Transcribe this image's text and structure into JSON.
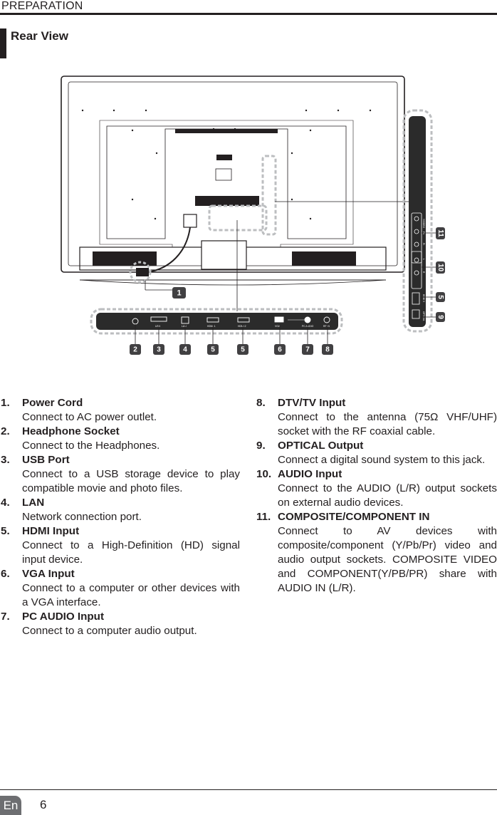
{
  "header": {
    "title": "PREPARATION"
  },
  "section": {
    "title": "Rear View"
  },
  "diagram": {
    "bottom_callouts": [
      "2",
      "3",
      "4",
      "5",
      "5",
      "6",
      "7",
      "8"
    ],
    "side_callouts": [
      "11",
      "10",
      "5",
      "9"
    ],
    "power_callout": "1",
    "bottom_port_labels": [
      "USB",
      "LAN",
      "HDMI 1",
      "HDMI 2",
      "VGA",
      "PC AUDIO",
      "RF IN"
    ],
    "side_port_labels": [
      "Y/VIDEO",
      "Pb",
      "Pr",
      "L",
      "R",
      "HDMI 3",
      "OPTICAL"
    ],
    "colors": {
      "ink": "#231f20",
      "panel": "#2b2b2b",
      "dashed": "#bcbec0",
      "badge": "#414042"
    }
  },
  "items_left": [
    {
      "num": "1.",
      "title": "Power Cord",
      "desc": "Connect to AC power outlet."
    },
    {
      "num": "2.",
      "title": "Headphone Socket",
      "desc": "Connect to the Headphones."
    },
    {
      "num": "3.",
      "title": "USB Port",
      "desc": "Connect to a USB storage device to play compatible movie and photo files."
    },
    {
      "num": "4.",
      "title": "LAN",
      "desc": "Network connection port."
    },
    {
      "num": "5.",
      "title": "HDMI Input",
      "desc": "Connect to a High-Definition (HD) signal input device."
    },
    {
      "num": "6.",
      "title": "VGA Input",
      "desc": "Connect to a computer or other devices with a VGA interface."
    },
    {
      "num": "7.",
      "title": "PC AUDIO Input",
      "desc": "Connect to a computer audio output."
    }
  ],
  "items_right": [
    {
      "num": "8.",
      "title": "DTV/TV Input",
      "desc": "Connect to the antenna (75Ω VHF/UHF) socket with the RF coaxial cable."
    },
    {
      "num": "9.",
      "title": "OPTICAL Output",
      "desc": "Connect a digital sound system to this jack."
    },
    {
      "num": "10.",
      "title": "AUDIO Input",
      "desc": "Connect to the AUDIO (L/R) output sockets on external audio devices."
    },
    {
      "num": "11.",
      "title": "COMPOSITE/COMPONENT IN",
      "desc": "Connect to AV devices with composite/component (Y/Pb/Pr) video and audio output sockets. COMPOSITE VIDEO and COMPONENT(Y/PB/PR) share with AUDIO IN (L/R)."
    }
  ],
  "footer": {
    "language": "En",
    "page_number": "6"
  }
}
